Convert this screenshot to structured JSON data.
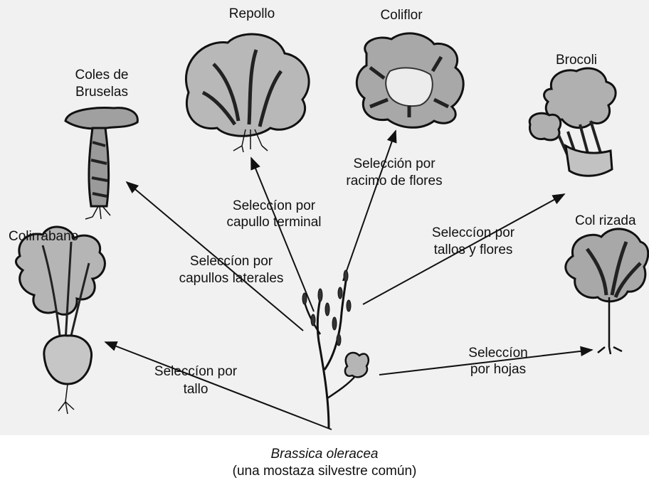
{
  "plants": {
    "repollo": "Repollo",
    "coliflor": "Coliflor",
    "coles_l1": "Coles de",
    "coles_l2": "Bruselas",
    "brocoli": "Brocoli",
    "col_rizada": "Col rizada",
    "colirrabano": "Colirrábano"
  },
  "selections": {
    "terminal_l1": "Seleccíon por",
    "terminal_l2": "capullo terminal",
    "racimo_l1": "Selección por",
    "racimo_l2": "racimo de flores",
    "tallos_flores_l1": "Seleccíon por",
    "tallos_flores_l2": "tallos y flores",
    "laterales_l1": "Seleccíon por",
    "laterales_l2": "capullos laterales",
    "hojas_l1": "Seleccíon",
    "hojas_l2": "por hojas",
    "tallo_l1": "Seleccíon por",
    "tallo_l2": "tallo"
  },
  "caption": {
    "species": "Brassica oleracea",
    "common": "(una mostaza silvestre común)"
  }
}
